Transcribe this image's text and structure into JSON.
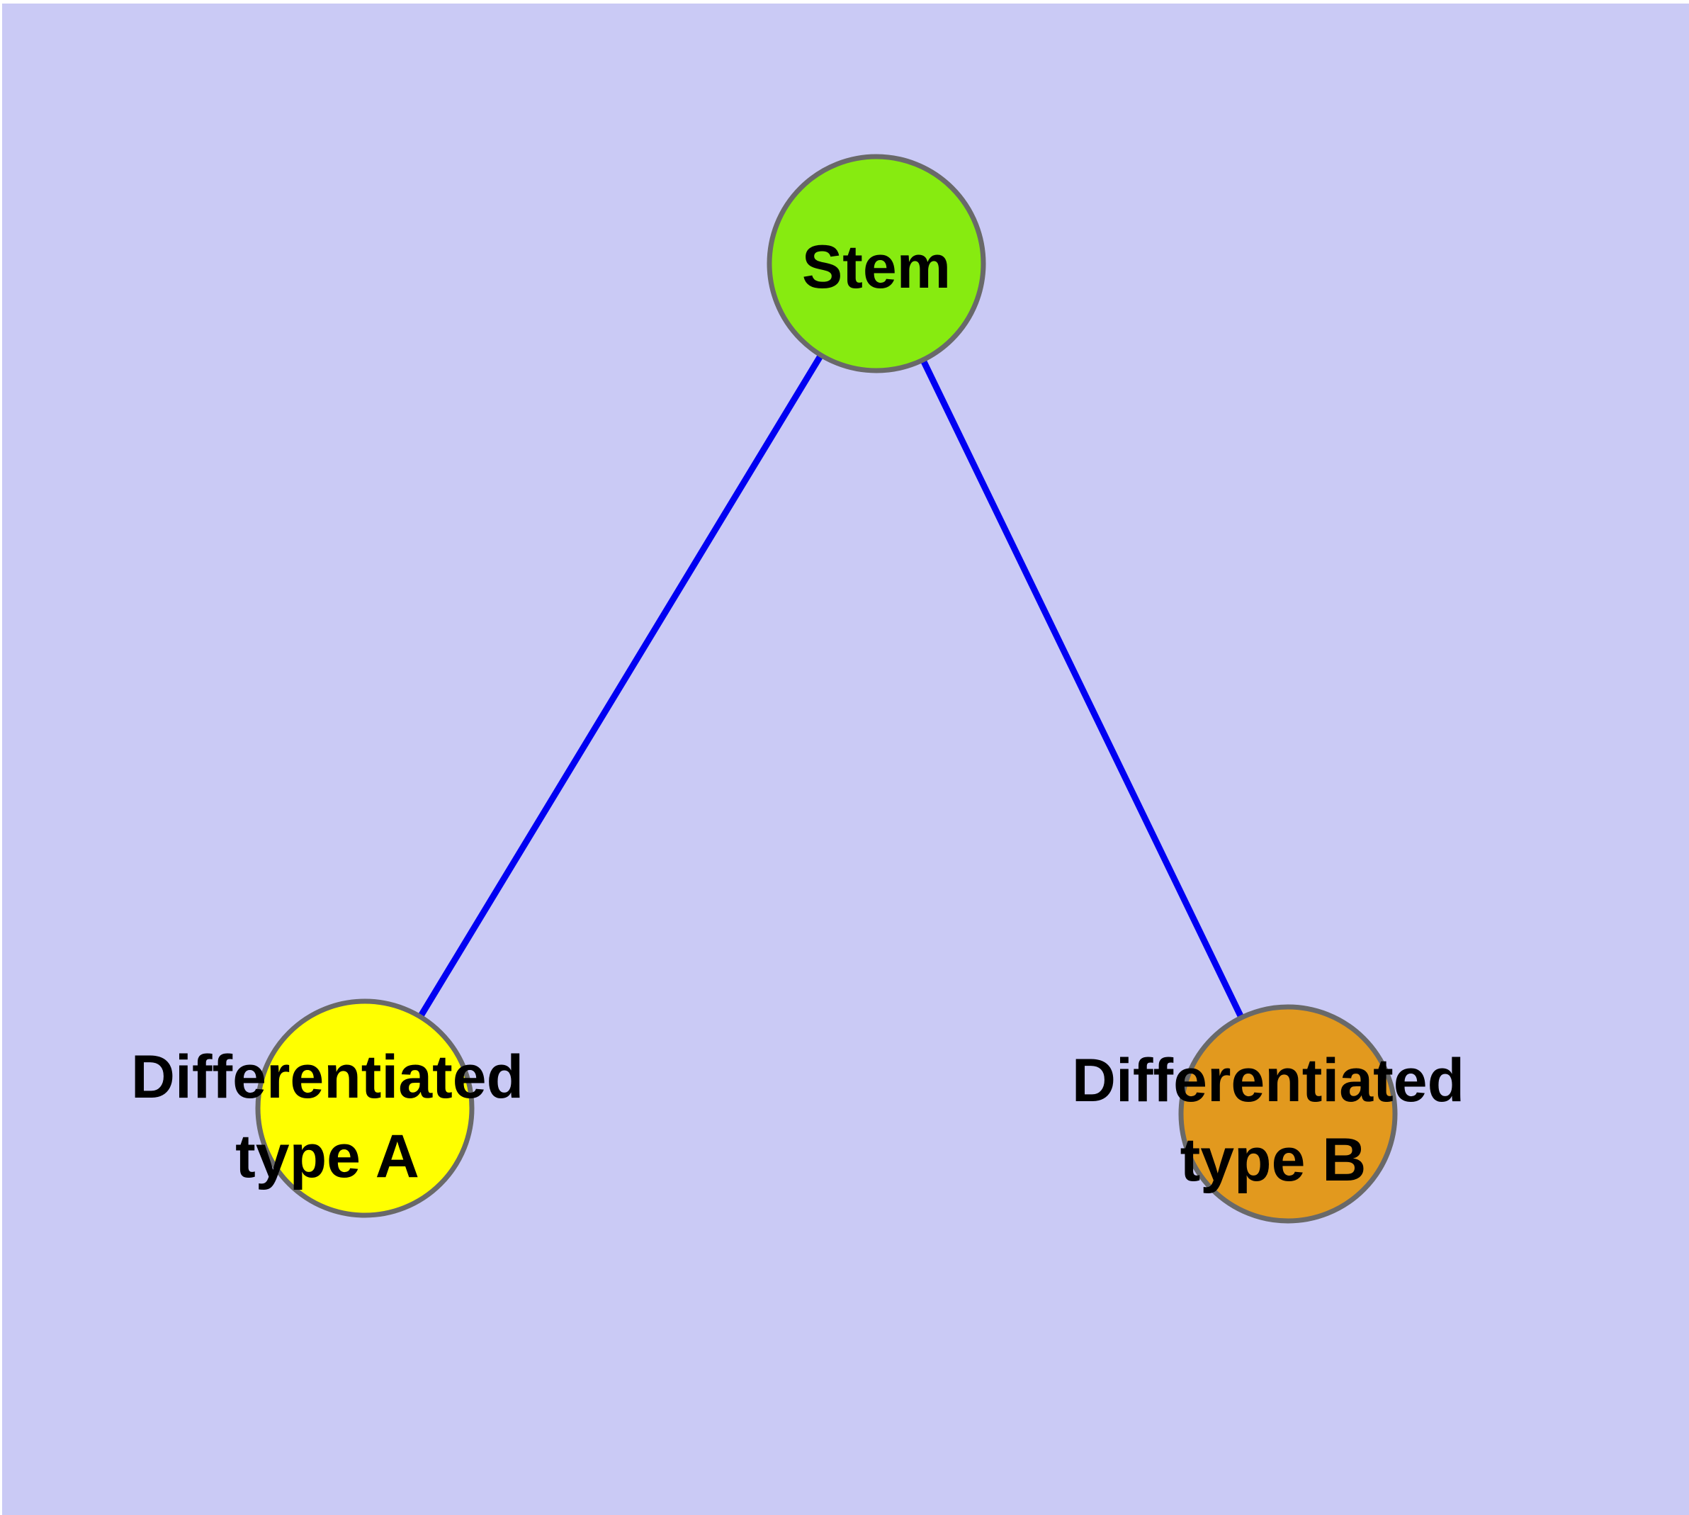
{
  "diagram": {
    "type": "node-link-graph",
    "background_color": "#CACAF5",
    "frame_color": "#FFFFFF",
    "node_border_color": "#696969",
    "edge_color": "#0000F2",
    "label_color": "#000000",
    "nodes": [
      {
        "id": "stem",
        "label": "Stem",
        "fill": "#87EB10"
      },
      {
        "id": "type-a",
        "label_line1": "Differentiated",
        "label_line2": "type A",
        "fill": "#FFFF00"
      },
      {
        "id": "type-b",
        "label_line1": "Differentiated",
        "label_line2": "type B",
        "fill": "#E2991E"
      }
    ],
    "edges": [
      {
        "from": "Stem",
        "to": "Differentiated type A"
      },
      {
        "from": "Stem",
        "to": "Differentiated type B"
      }
    ]
  }
}
